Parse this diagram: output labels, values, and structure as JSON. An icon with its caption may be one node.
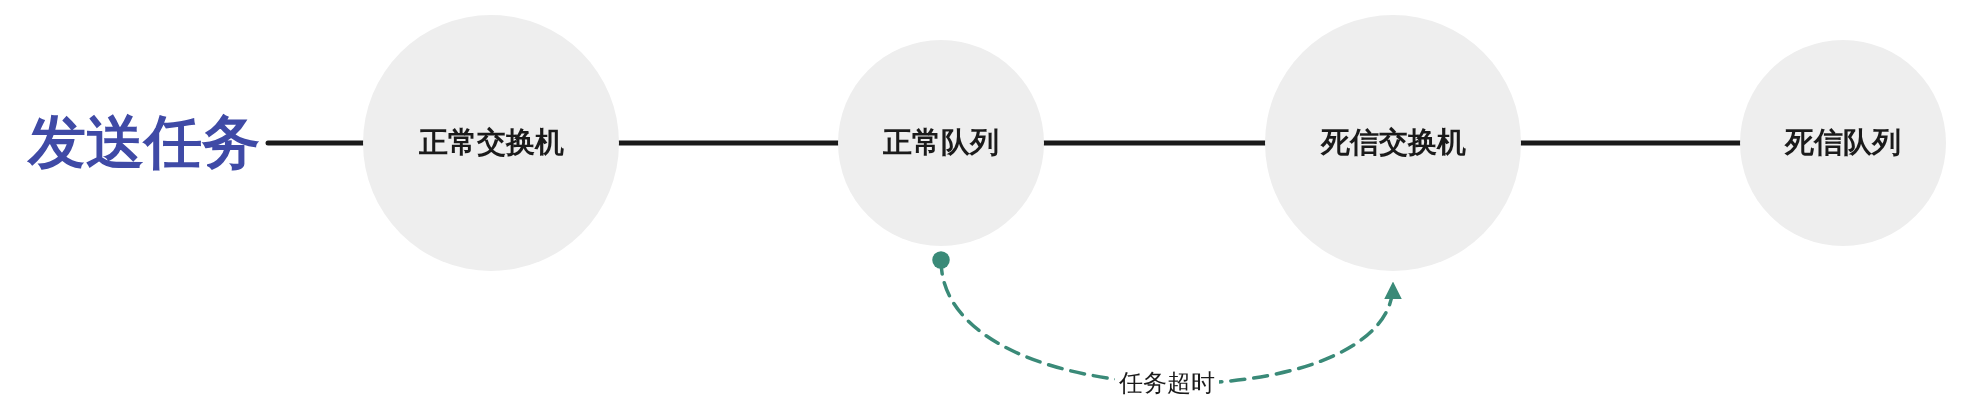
{
  "diagram": {
    "nodes": [
      {
        "text": [
          "发送任务"
        ]
      },
      {
        "text": [
          "正常交换机"
        ]
      },
      {
        "text": [
          "正常队列"
        ]
      },
      {
        "text": [
          "死信交换机"
        ]
      },
      {
        "text": [
          "死信队列"
        ]
      }
    ],
    "edges": [
      {
        "from": 0,
        "to": 1,
        "arrow": "none"
      },
      {
        "from": 1,
        "to": 2,
        "arrow": "none"
      },
      {
        "from": 2,
        "to": 3,
        "arrow": "none"
      },
      {
        "from": 3,
        "to": 4,
        "arrow": "none"
      },
      {
        "from": 2,
        "to": 3,
        "arrow": "to",
        "label": "任务超时",
        "style": "dashed",
        "color": "#3a8a78"
      }
    ]
  }
}
